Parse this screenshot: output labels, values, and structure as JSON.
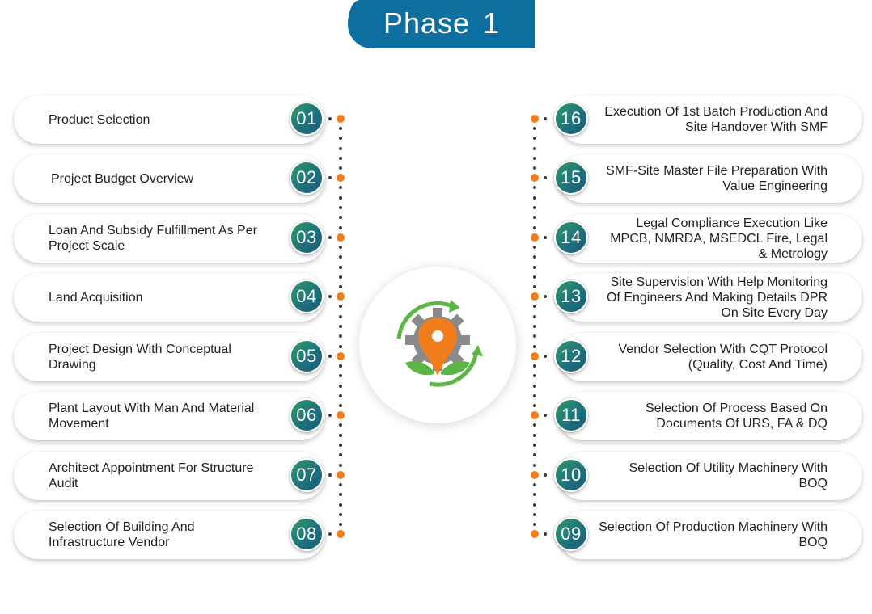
{
  "header": {
    "phase_word": "Phase",
    "phase_number": "1"
  },
  "left_steps": [
    {
      "number": "01",
      "label": "Product Selection"
    },
    {
      "number": "02",
      "label": "Project Budget Overview"
    },
    {
      "number": "03",
      "label": "Loan And Subsidy Fulfillment As Per Project Scale"
    },
    {
      "number": "04",
      "label": "Land Acquisition"
    },
    {
      "number": "05",
      "label": "Project Design With Conceptual Drawing"
    },
    {
      "number": "06",
      "label": "Plant Layout With Man And Material Movement"
    },
    {
      "number": "07",
      "label": "Architect Appointment For Structure Audit"
    },
    {
      "number": "08",
      "label": "Selection Of Building And Infrastructure Vendor"
    }
  ],
  "right_steps": [
    {
      "number": "16",
      "label": "Execution Of 1st Batch Production And Site Handover With SMF"
    },
    {
      "number": "15",
      "label": "SMF-Site Master File Preparation With Value Engineering"
    },
    {
      "number": "14",
      "label": "Legal Compliance Execution Like MPCB, NMRDA, MSEDCL Fire, Legal & Metrology"
    },
    {
      "number": "13",
      "label": "Site Supervision With Help Monitoring Of Engineers And Making Details DPR On Site Every Day"
    },
    {
      "number": "12",
      "label": "Vendor Selection With CQT Protocol (Quality, Cost And Time)"
    },
    {
      "number": "11",
      "label": "Selection Of Process Based On Documents Of URS, FA & DQ"
    },
    {
      "number": "10",
      "label": "Selection Of Utility Machinery With BOQ"
    },
    {
      "number": "09",
      "label": "Selection Of Production Machinery With BOQ"
    }
  ],
  "center_logo": {
    "icon": "gear-location-pin-leaves-icon"
  },
  "colors": {
    "header_blue": "#0d6fa0",
    "badge_green": "#2e9a6a",
    "badge_teal": "#1a5d78",
    "dot_orange": "#f27d1c",
    "gear_gray": "#8a8a8a",
    "leaf_green": "#5cb646"
  }
}
